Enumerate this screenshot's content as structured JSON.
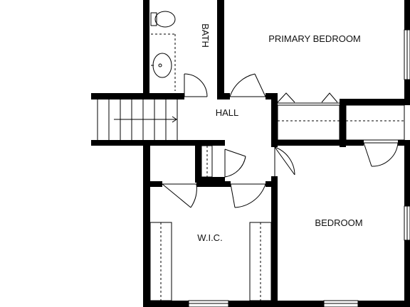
{
  "rooms": {
    "bath": "BATH",
    "primary_bedroom": "PRIMARY BEDROOM",
    "hall": "HALL",
    "bedroom": "BEDROOM",
    "wic": "W.I.C."
  },
  "colors": {
    "wall": "#000000",
    "background": "#ffffff"
  },
  "icons": [
    "toilet-icon",
    "sink-icon",
    "stair-arrow-icon",
    "window-icon",
    "door-swing-icon",
    "bifold-door-icon"
  ]
}
